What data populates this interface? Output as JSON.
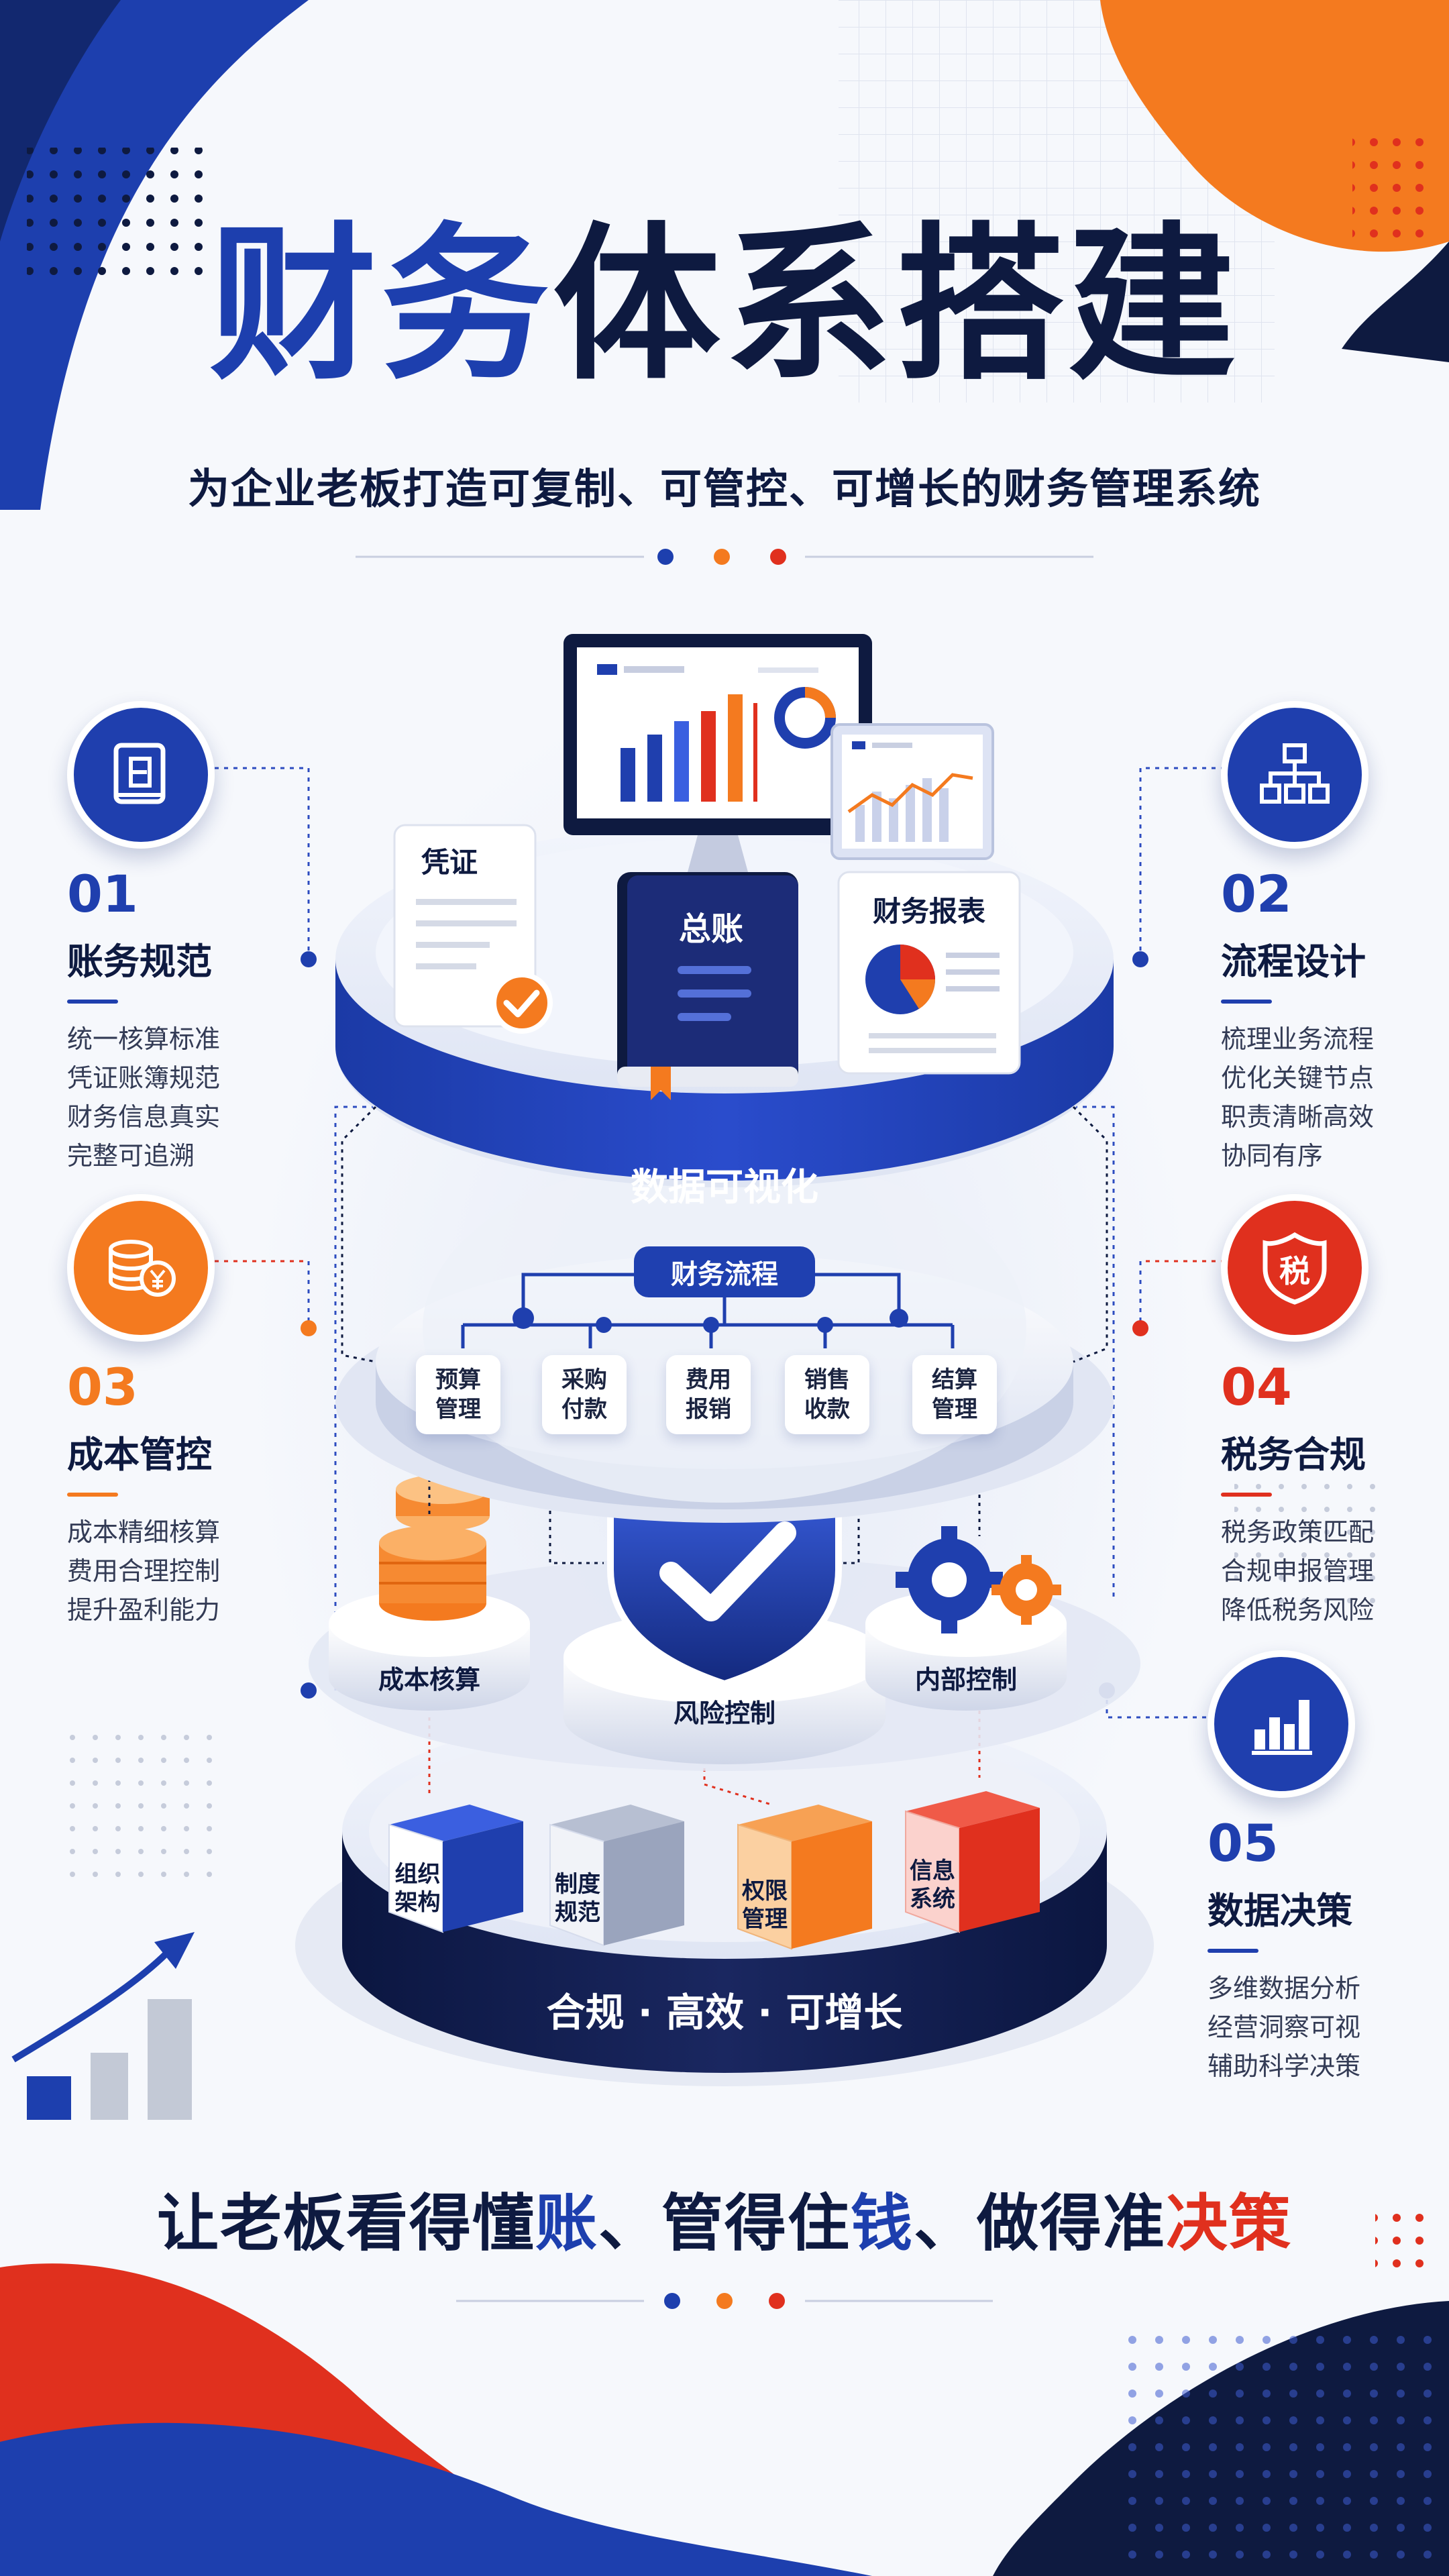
{
  "header": {
    "title_part1": "财务",
    "title_part2": "体系搭建",
    "subtitle": "为企业老板打造可复制、可管控、可增长的财务管理系统"
  },
  "features": [
    {
      "num": "01",
      "name": "账务规范",
      "lines": [
        "统一核算标准",
        "凭证账簿规范",
        "财务信息真实",
        "完整可追溯"
      ],
      "color": "#1f3fae",
      "icon": "ledger-book-icon"
    },
    {
      "num": "02",
      "name": "流程设计",
      "lines": [
        "梳理业务流程",
        "优化关键节点",
        "职责清晰高效",
        "协同有序"
      ],
      "color": "#1f3fae",
      "icon": "org-chart-icon"
    },
    {
      "num": "03",
      "name": "成本管控",
      "lines": [
        "成本精细核算",
        "费用合理控制",
        "提升盈利能力"
      ],
      "color": "#f47a1f",
      "icon": "coins-yuan-icon"
    },
    {
      "num": "04",
      "name": "税务合规",
      "lines": [
        "税务政策匹配",
        "合规申报管理",
        "降低税务风险"
      ],
      "color": "#e0301e",
      "icon": "tax-shield-icon",
      "icon_text": "税"
    },
    {
      "num": "05",
      "name": "数据决策",
      "lines": [
        "多维数据分析",
        "经营洞察可视",
        "辅助科学决策"
      ],
      "color": "#1f3fae",
      "icon": "bar-chart-icon"
    }
  ],
  "diagram": {
    "top_tier": {
      "voucher": "凭证",
      "ledger": "总账",
      "report": "财务报表",
      "band": "数据可视化"
    },
    "flow": {
      "root": "财务流程",
      "nodes": [
        "预算\n管理",
        "采购\n付款",
        "费用\n报销",
        "销售\n收款",
        "结算\n管理"
      ]
    },
    "control": {
      "left": "成本核算",
      "center": "风险控制",
      "right": "内部控制"
    },
    "base": {
      "cubes": [
        "组织\n架构",
        "制度\n规范",
        "权限\n管理",
        "信息\n系统"
      ],
      "band": "合规 · 高效 · 可增长"
    }
  },
  "footer": {
    "p1": "让老板看得懂",
    "k1": "账",
    "p2": "、管得住",
    "k2": "钱",
    "p3": "、做得准",
    "k3": "决策"
  },
  "colors": {
    "navy": "#0e1a40",
    "blue": "#1f3fae",
    "orange": "#f47a1f",
    "red": "#e0301e"
  }
}
